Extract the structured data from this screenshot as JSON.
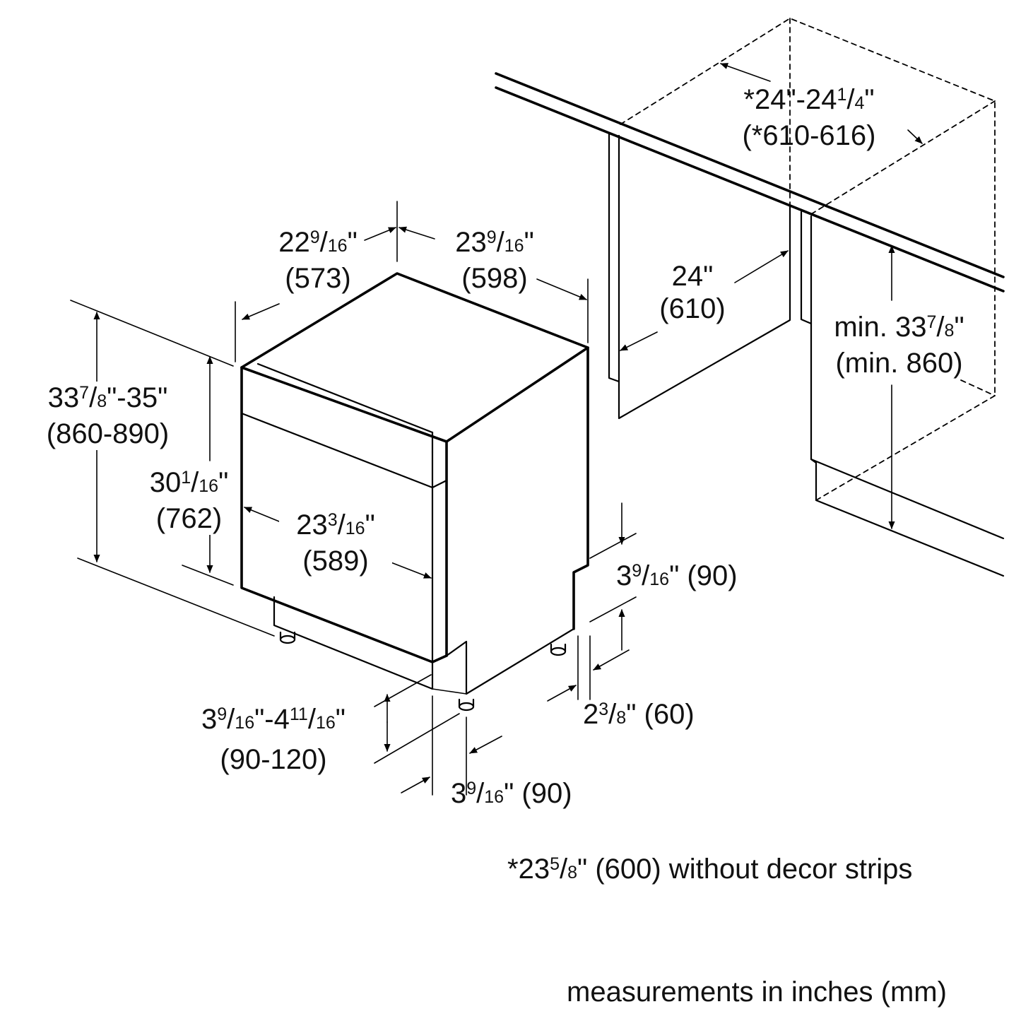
{
  "labels": {
    "cutout_width": {
      "a": "*24\"-24",
      "num": "1",
      "den": "4",
      "b": "\"",
      "mm": "(*610-616)"
    },
    "depth_top": {
      "a": "22",
      "num": "9",
      "den": "16",
      "b": "\"",
      "mm": "(573)"
    },
    "width_top": {
      "a": "23",
      "num": "9",
      "den": "16",
      "b": "\"",
      "mm": "(598)"
    },
    "cabinet_depth": {
      "a": "24\"",
      "mm": "(610)"
    },
    "min_height": {
      "a": "min. 33",
      "num": "7",
      "den": "8",
      "b": "\"",
      "mm": "(min. 860)"
    },
    "total_height": {
      "a": "33",
      "num": "7",
      "den": "8",
      "b": "\"-35\"",
      "mm": "(860-890)"
    },
    "body_height": {
      "a": "30",
      "num": "1",
      "den": "16",
      "b": "\"",
      "mm": "(762)"
    },
    "front_width": {
      "a": "23",
      "num": "3",
      "den": "16",
      "b": "\"",
      "mm": "(589)"
    },
    "toe_kick_height": {
      "a": "3",
      "num": "9",
      "den": "16",
      "b": "\" (90)"
    },
    "toe_kick_depth_side": {
      "a": "2",
      "num": "3",
      "den": "8",
      "b": "\" (60)"
    },
    "foot_height": {
      "a": "3",
      "num": "9",
      "den": "16",
      "b": "\"-4",
      "num2": "11",
      "den2": "16",
      "c": "\"",
      "mm": "(90-120)"
    },
    "toe_kick_depth_front": {
      "a": "3",
      "num": "9",
      "den": "16",
      "b": "\" (90)"
    }
  },
  "footnote": {
    "a": "*23",
    "num": "5",
    "den": "8",
    "b": "\" (600) without decor strips"
  },
  "units_note": "measurements in inches (mm)"
}
